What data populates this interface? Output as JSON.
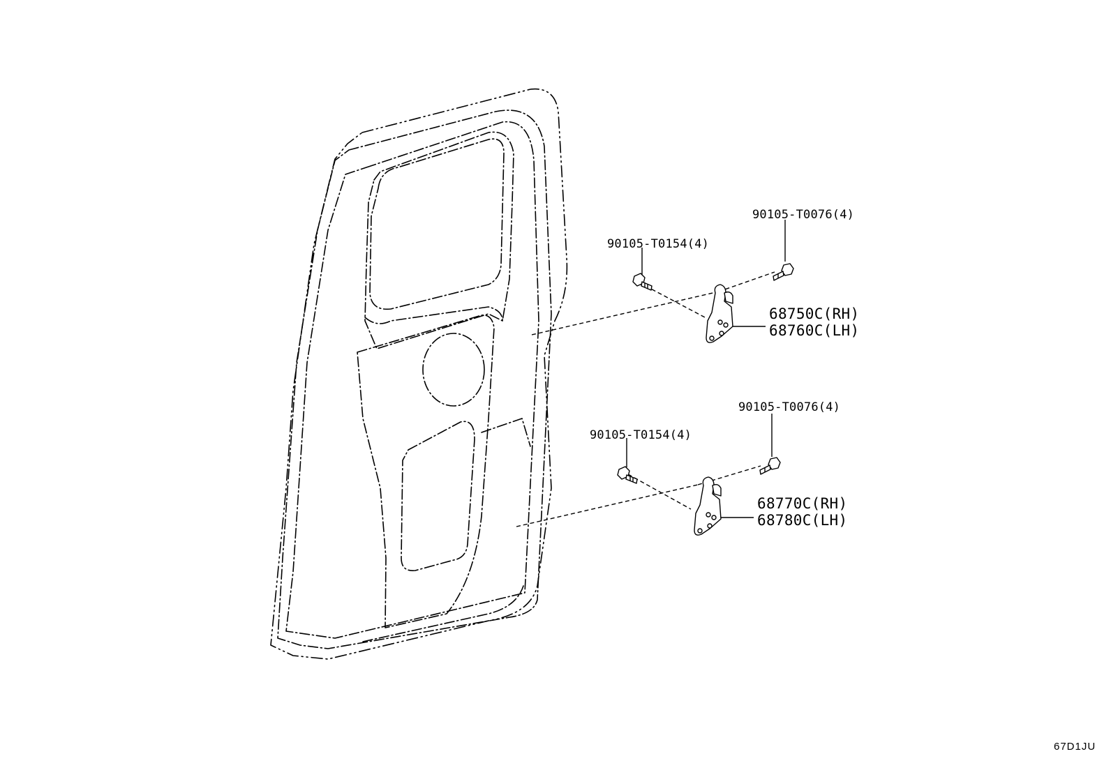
{
  "diagram": {
    "callouts": [
      {
        "id": "bolt-upper-left",
        "text": "90105-T0154(4)"
      },
      {
        "id": "bolt-upper-right",
        "text": "90105-T0076(4)"
      },
      {
        "id": "hinge-upper",
        "lines": [
          "68750C(RH)",
          "68760C(LH)"
        ]
      },
      {
        "id": "bolt-lower-left",
        "text": "90105-T0154(4)"
      },
      {
        "id": "bolt-lower-right",
        "text": "90105-T0076(4)"
      },
      {
        "id": "hinge-lower",
        "lines": [
          "68770C(RH)",
          "68780C(LH)"
        ]
      }
    ],
    "illustration_code": "67D1JU"
  }
}
